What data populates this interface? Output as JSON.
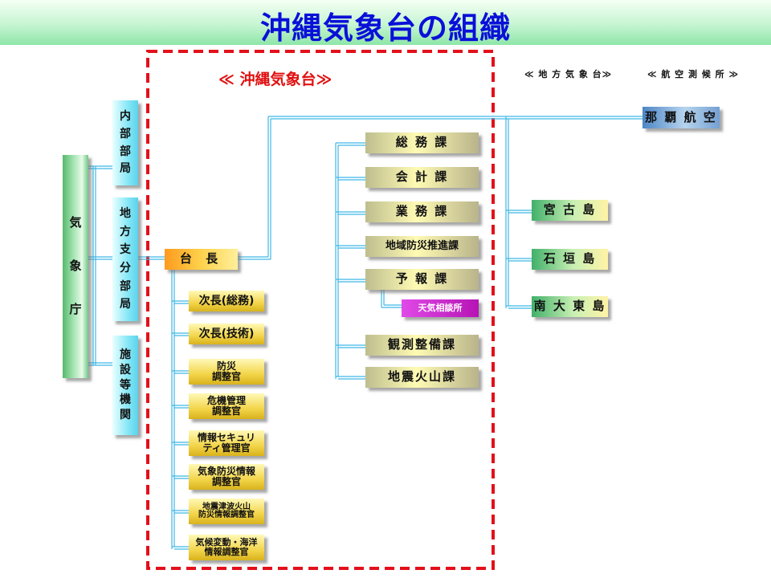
{
  "title": "沖縄気象台の組織",
  "bracket_labels": {
    "okinawa": "≪ 沖縄気象台≫",
    "local": "≪ 地 方 気 象 台≫",
    "aviation": "≪ 航 空 測 候 所 ≫"
  },
  "agency": {
    "chars": [
      "気",
      "象",
      "庁"
    ]
  },
  "hq_units": [
    {
      "chars": [
        "内",
        "部",
        "部",
        "局"
      ]
    },
    {
      "chars": [
        "地",
        "方",
        "支",
        "分",
        "部",
        "局"
      ]
    },
    {
      "chars": [
        "施",
        "設",
        "等",
        "機",
        "関"
      ]
    }
  ],
  "director": "台 長",
  "staff": [
    {
      "lines": [
        "次長(総務)"
      ]
    },
    {
      "lines": [
        "次長(技術)"
      ]
    },
    {
      "lines": [
        "防災",
        "調整官"
      ]
    },
    {
      "lines": [
        "危機管理",
        "調整官"
      ]
    },
    {
      "lines": [
        "情報セキュリ",
        "ティ管理官"
      ]
    },
    {
      "lines": [
        "気象防災情報",
        "調整官"
      ]
    },
    {
      "lines": [
        "地震津波火山",
        "防災情報調整官"
      ]
    },
    {
      "lines": [
        "気候変動・海洋",
        "情報調整官"
      ]
    }
  ],
  "divisions": [
    "総 務 課",
    "会 計 課",
    "業 務 課",
    "地域防災推進課",
    "予 報 課",
    "観測整備課",
    "地震火山課"
  ],
  "sub_unit": "天気相談所",
  "local_offices": [
    "宮 古 島",
    "石 垣 島",
    "南 大 東 島"
  ],
  "aviation_office": "那 覇 航 空",
  "colors": {
    "title": "#0a10d8",
    "connector": "#3fb8e6",
    "dashed_border": "#e3101a",
    "bracket_text": "#e01010"
  }
}
